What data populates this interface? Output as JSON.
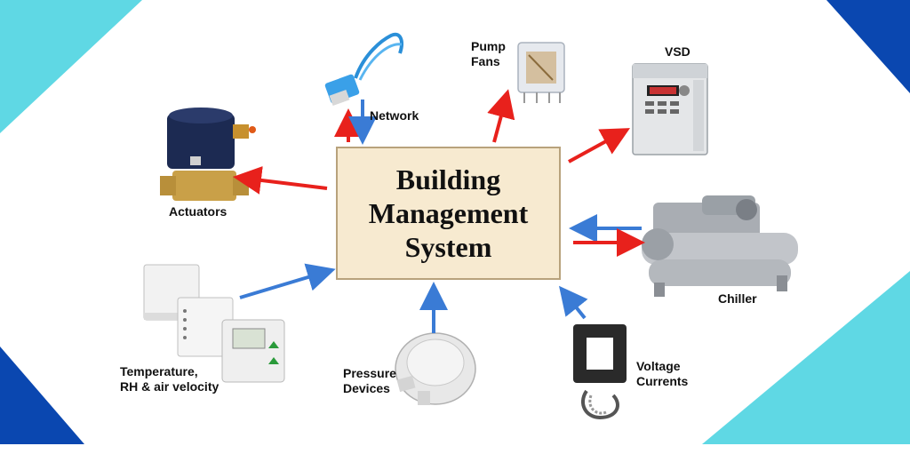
{
  "center": {
    "line1": "Building",
    "line2": "Management",
    "line3": "System"
  },
  "labels": {
    "network": "Network",
    "pump_fans_line1": "Pump",
    "pump_fans_line2": "Fans",
    "vsd": "VSD",
    "actuators": "Actuators",
    "chiller": "Chiller",
    "temperature_line1": "Temperature,",
    "temperature_line2": "RH & air velocity",
    "pressure_line1": "Pressure",
    "pressure_line2": "Devices",
    "voltage_line1": "Voltage",
    "voltage_line2": "Currents"
  },
  "colors": {
    "corner_light": "#5fd8e4",
    "corner_dark": "#0a47b0",
    "arrow_red": "#e8211c",
    "arrow_blue": "#3a7bd5",
    "box_fill": "#f7ead0"
  }
}
